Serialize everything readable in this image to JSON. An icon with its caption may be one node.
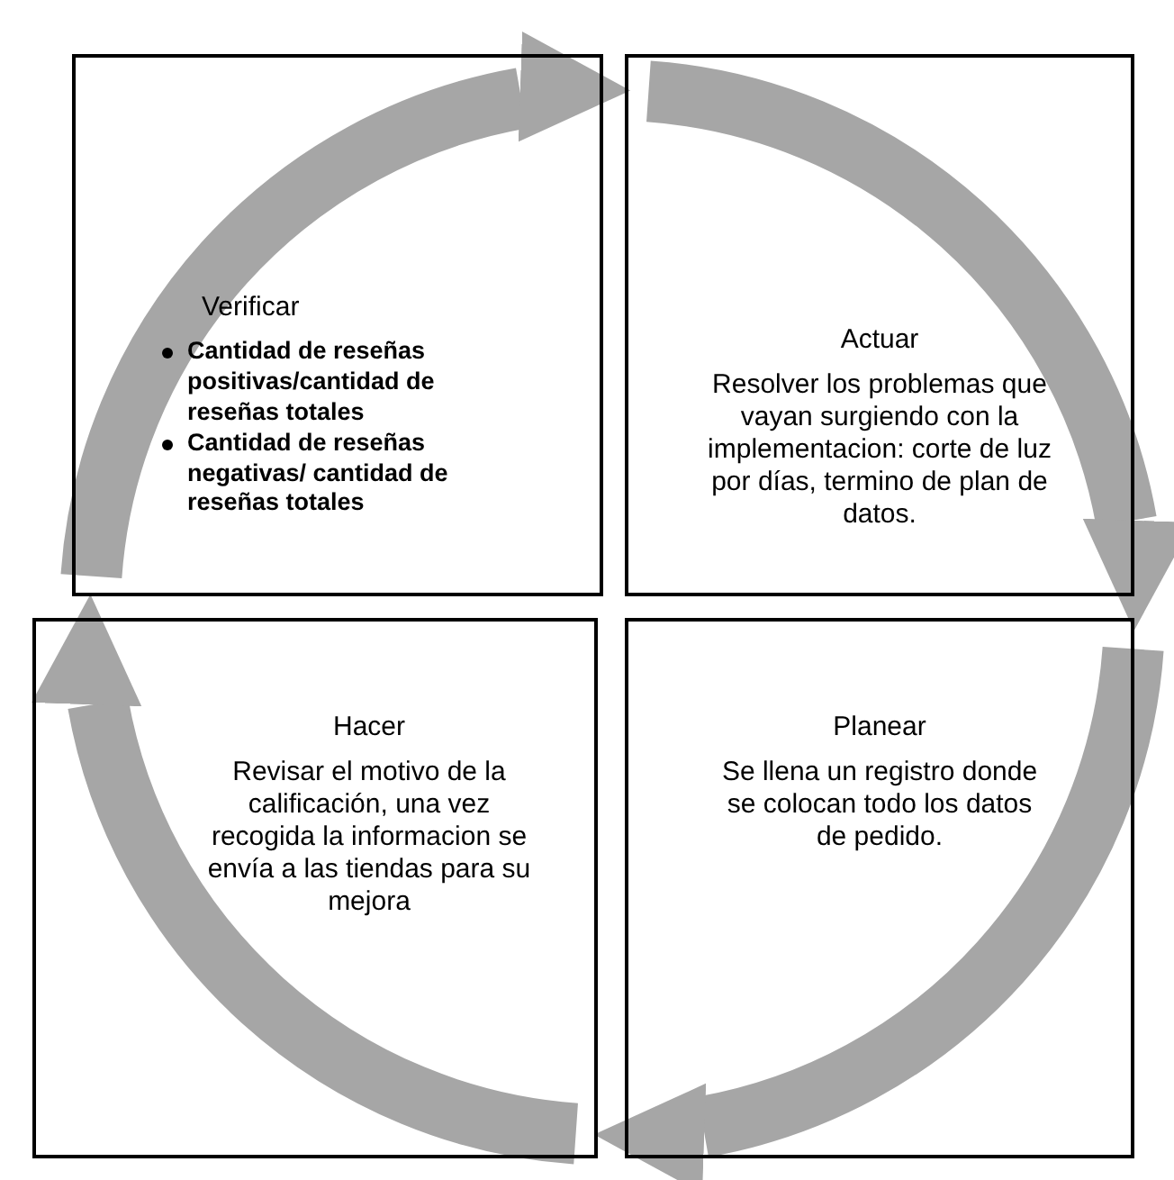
{
  "diagram": {
    "nodes": [
      {
        "text": [
          "Verificar",
          "Cantidad de reseñas positivas/cantidad de reseñas totales",
          "Cantidad de reseñas negativas/ cantidad de reseñas totales"
        ]
      },
      {
        "text": [
          "Actuar",
          "Resolver los problemas que vayan surgiendo con la implementacion: corte de luz por días, termino de plan de datos."
        ]
      },
      {
        "text": [
          "Hacer",
          "Revisar el motivo de la calificación, una vez recogida la informacion se envía a las tiendas para su mejora"
        ]
      },
      {
        "text": [
          "Planear",
          "Se llena un registro donde se colocan todo los datos de pedido."
        ]
      }
    ],
    "edges": [
      {
        "from": 0,
        "to": 1,
        "arrow": "to"
      },
      {
        "from": 1,
        "to": 3,
        "arrow": "to"
      },
      {
        "from": 3,
        "to": 2,
        "arrow": "to"
      },
      {
        "from": 2,
        "to": 0,
        "arrow": "to"
      }
    ]
  }
}
